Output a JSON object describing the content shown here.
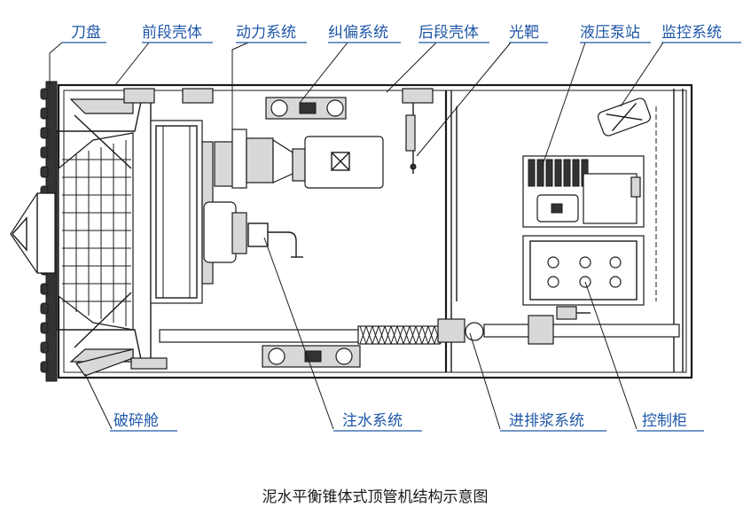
{
  "labels_top": {
    "cutter_head": "刀盘",
    "front_shell": "前段壳体",
    "power_system": "动力系统",
    "steering_system": "纠偏系统",
    "rear_shell": "后段壳体",
    "light_target": "光靶",
    "hydraulic_station": "液压泵站",
    "monitoring_system": "监控系统"
  },
  "labels_bottom": {
    "crushing_chamber": "破碎舱",
    "water_injection_system": "注水系统",
    "slurry_system": "进排浆系统",
    "control_cabinet": "控制柜"
  },
  "caption": "泥水平衡锥体式顶管机结构示意图"
}
